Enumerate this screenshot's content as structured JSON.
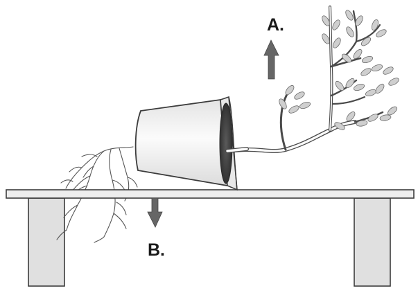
{
  "labels": {
    "a": "A.",
    "b": "B."
  },
  "arrows": {
    "a_direction": "up",
    "b_direction": "down"
  },
  "colors": {
    "arrow": "#666666",
    "table_top": "#eeeeee",
    "table_legs": "#e0e0e0",
    "pot": "#f4f4f4",
    "soil": "#3a3a3a",
    "leaf": "#cfcfcf",
    "stroke": "#3c3c3c"
  }
}
